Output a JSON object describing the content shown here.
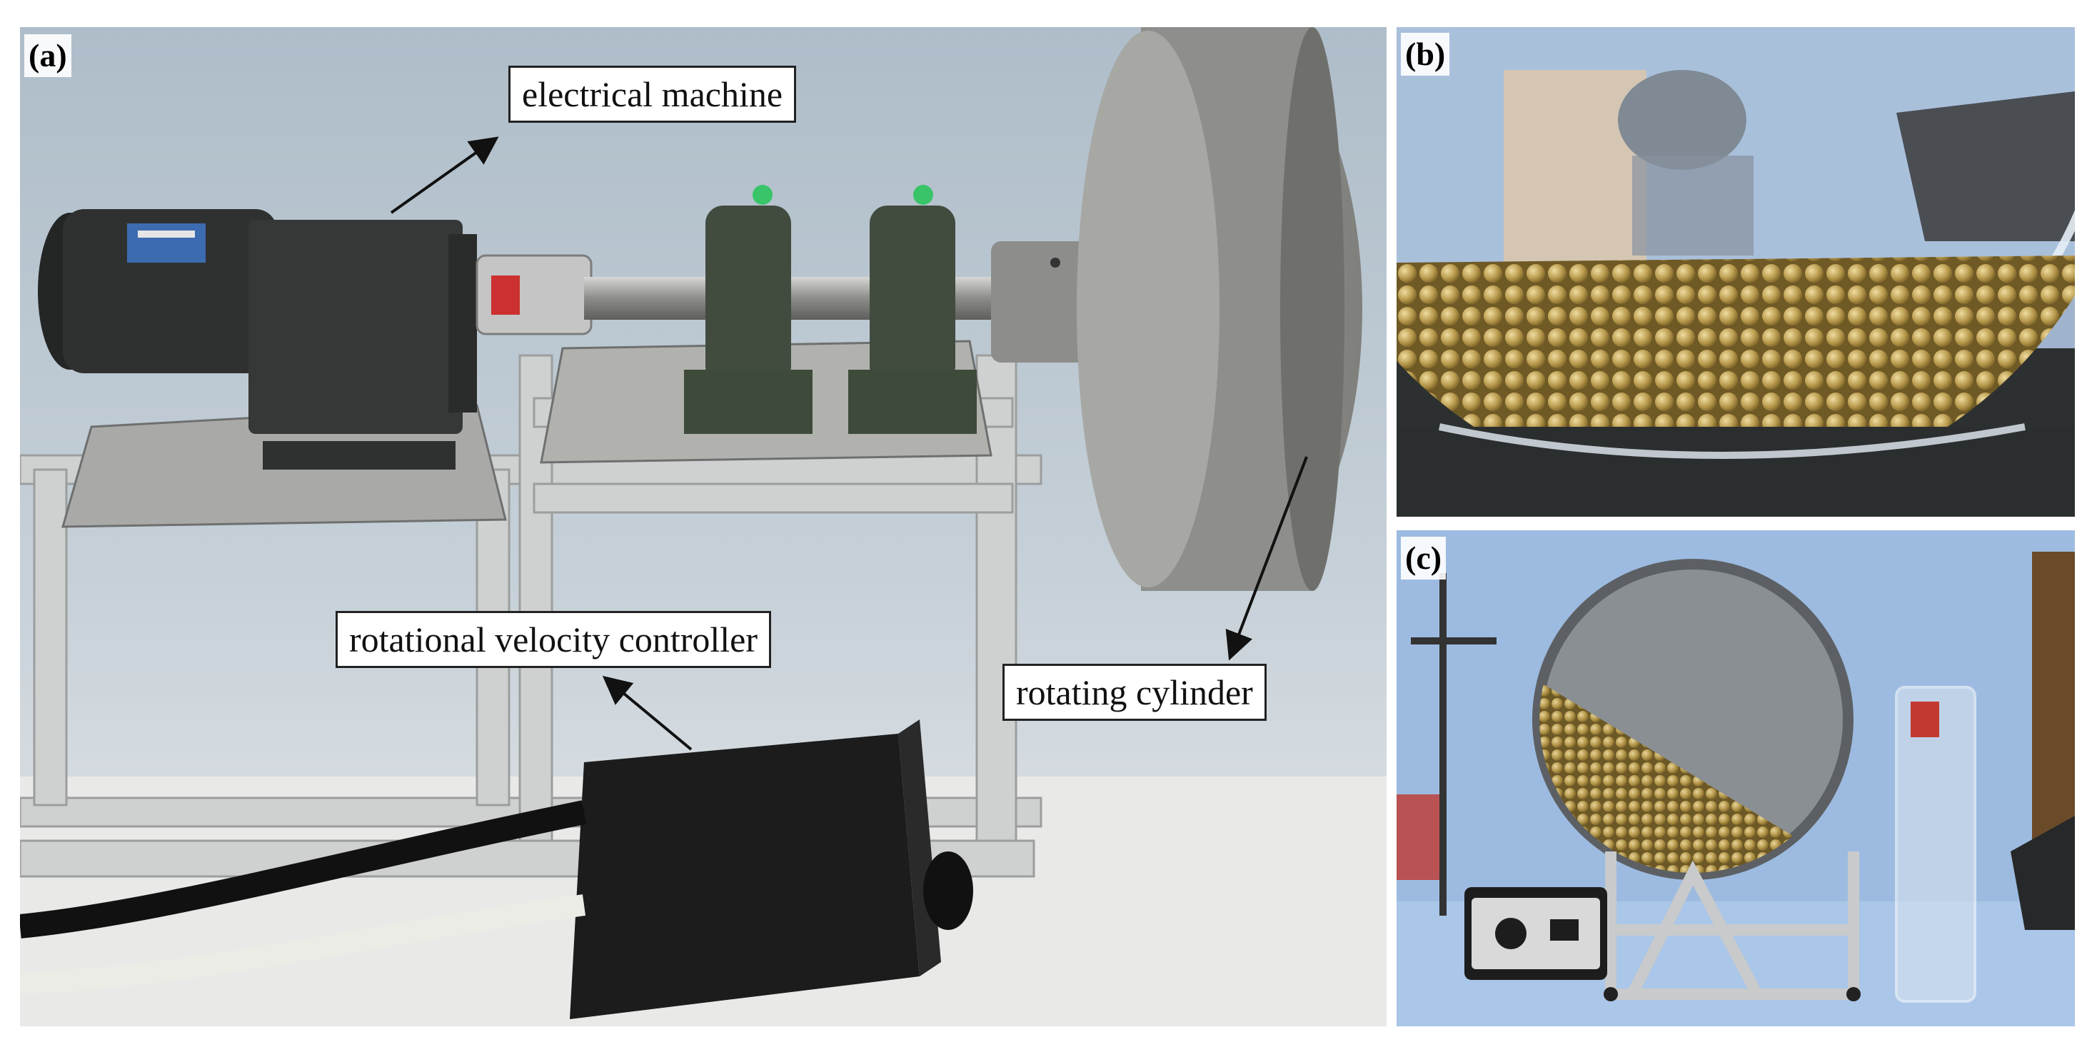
{
  "panels": {
    "a": {
      "label": "(a)"
    },
    "b": {
      "label": "(b)"
    },
    "c": {
      "label": "(c)"
    }
  },
  "callouts": {
    "electrical_machine": "electrical machine",
    "velocity_controller": "rotational velocity controller",
    "rotating_cylinder": "rotating cylinder"
  },
  "colors": {
    "background_wall": "#b9c7d3",
    "backdrop_blue": "#9dbbe0",
    "frame_aluminum": "#c9cbcb",
    "motor_dark": "#2f3131",
    "cylinder_gray": "#8e8f8c",
    "bearing_green": "#3e4b3a",
    "beads_gold": "#b99b4e",
    "controller_black": "#1a1a1a"
  }
}
